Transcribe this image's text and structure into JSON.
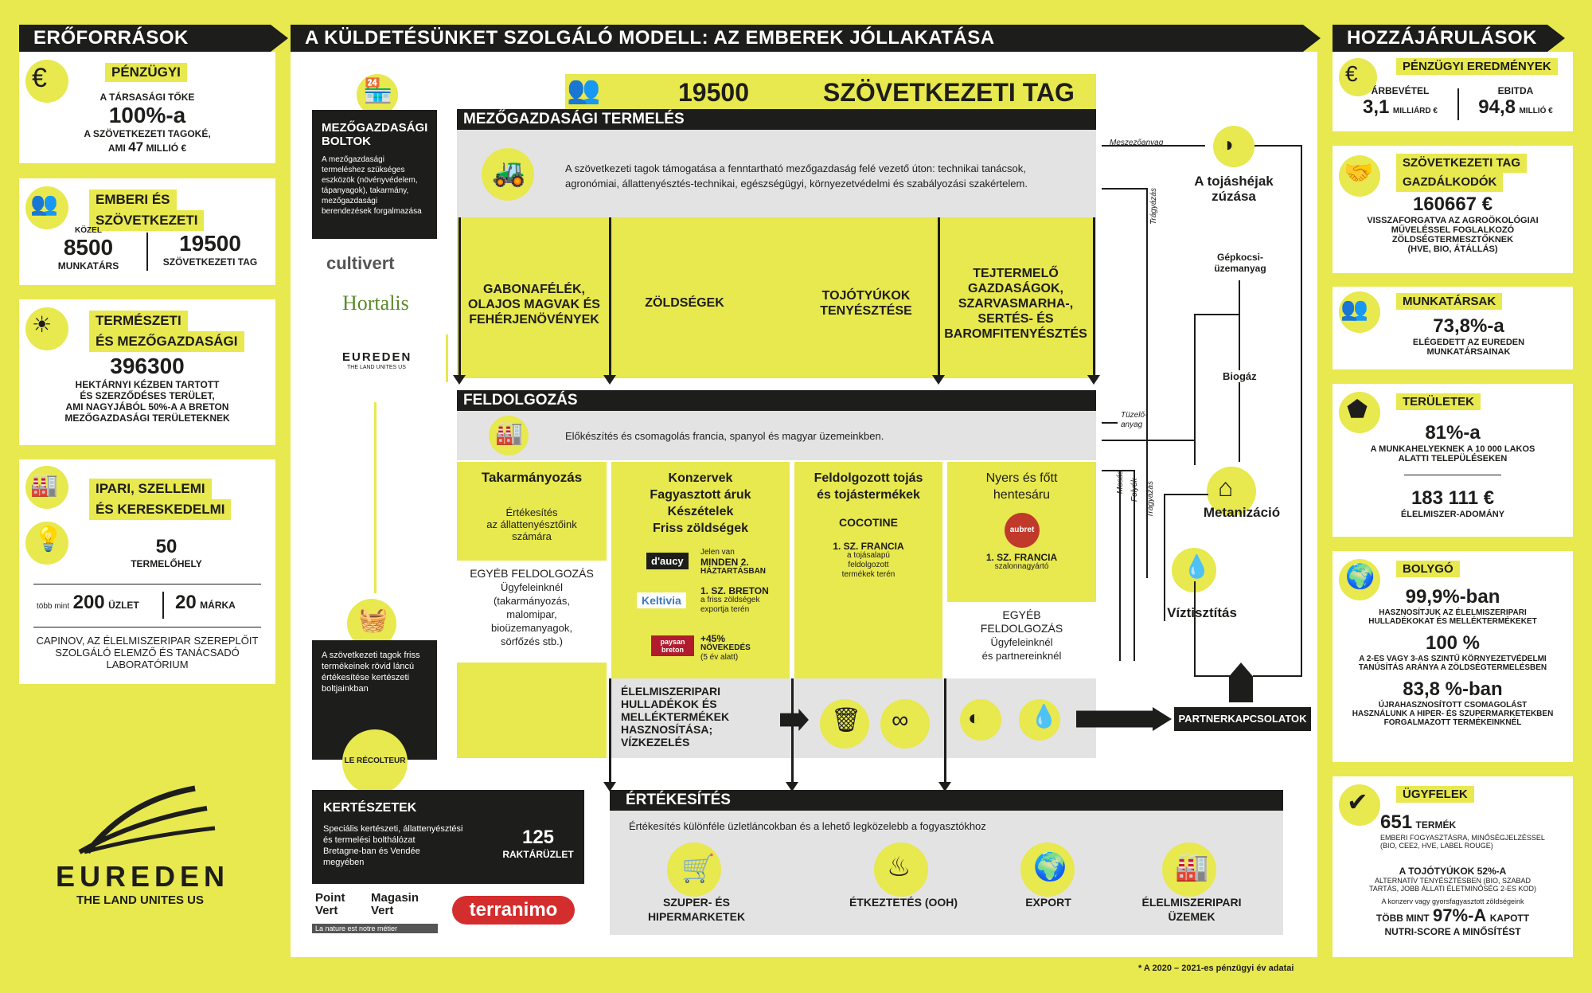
{
  "left": {
    "header": "ERŐFORRÁSOK",
    "financial": {
      "tag": "PÉNZÜGYI",
      "line1": "A TÁRSASÁGI TŐKE",
      "big": "100%-a",
      "line2": "A SZÖVETKEZETI TAGOKÉ,",
      "line3_pre": "AMI",
      "line3_num": "47",
      "line3_post": "MILLIÓ €"
    },
    "human": {
      "tag1": "EMBERI ÉS",
      "tag2": "SZÖVETKEZETI",
      "near": "KÖZEL",
      "n1": "8500",
      "l1": "MUNKATÁRS",
      "n2": "19500",
      "l2": "SZÖVETKEZETI TAG"
    },
    "natural": {
      "tag1": "TERMÉSZETI",
      "tag2": "ÉS MEZŐGAZDASÁGI",
      "big": "396300",
      "t1": "HEKTÁRNYI KÉZBEN TARTOTT",
      "t2": "ÉS SZERZŐDÉSES TERÜLET,",
      "t3": "AMI NAGYJÁBÓL 50%-A A BRETON",
      "t4": "MEZŐGAZDASÁGI TERÜLETEKNEK"
    },
    "industrial": {
      "tag1": "IPARI, SZELLEMI",
      "tag2": "ÉS KERESKEDELMI",
      "n1": "50",
      "l1": "TERMELŐHELY",
      "more": "több mint",
      "n2": "200",
      "l2": "ÜZLET",
      "n3": "20",
      "l3": "MÁRKA",
      "c1": "CAPINOV, AZ ÉLELMISZERIPAR SZEREPLŐIT",
      "c2": "SZOLGÁLÓ ELEMZŐ ÉS TANÁCSADÓ",
      "c3": "LABORATÓRIUM"
    },
    "logo": {
      "name": "EUREDEN",
      "tagline": "THE LAND UNITES US"
    }
  },
  "center": {
    "header": "A KÜLDETÉSÜNKET SZOLGÁLÓ MODELL: AZ EMBEREK JÓLLAKATÁSA",
    "members_num": "19500",
    "members_label": "SZÖVETKEZETI TAG",
    "agri_title": "MEZŐGAZDASÁGI TERMELÉS",
    "agri_text1": "A szövetkezeti tagok támogatása a fenntartható mezőgazdaság felé vezető úton: technikai tanácsok,",
    "agri_text2": "agronómiai, állattenyésztés-technikai, egészségügyi, környezetvédelmi és szabályozási szakértelem.",
    "agri_cols": [
      "GABONAFÉLÉK, OLAJOS MAGVAK ÉS FEHÉRJENÖVÉNYEK",
      "ZÖLDSÉGEK",
      "TOJÓTYÚKOK TENYÉSZTÉSE",
      "TEJTERMELŐ GAZDASÁGOK, SZARVASMARHA-, SERTÉS- ÉS BAROMFITENYÉSZTÉS"
    ],
    "shop_box": {
      "title1": "MEZŐGAZDASÁGI",
      "title2": "BOLTOK",
      "text": "A mezőgazdasági termeléshez szükséges eszközök (növényvédelem, tápanyagok), takarmány, mezőgazdasági berendezések forgalmazása"
    },
    "brands": [
      "cultivert",
      "Hortalis",
      "EUREDEN",
      "THE LAND UNITES US"
    ],
    "proc_title": "FELDOLGOZÁS",
    "proc_text": "Előkészítés és csomagolás francia, spanyol és magyar üzemeinkben.",
    "feed": {
      "title": "Takarmányozás",
      "t1": "Értékesítés",
      "t2": "az állattenyésztőink",
      "t3": "számára"
    },
    "other1": {
      "title": "EGYÉB FELDOLGOZÁS",
      "t1": "Ügyfeleinknél",
      "t2": "(takarmányozás,",
      "t3": "malomipar,",
      "t4": "bioüzemanyagok,",
      "t5": "sörfőzés stb.)"
    },
    "canned": {
      "l1": "Konzervek",
      "l2": "Fagyasztott áruk",
      "l3": "Készételek",
      "l4": "Friss zöldségek",
      "b1": "d'aucy",
      "b1a": "Jelen van",
      "b1b": "MINDEN 2.",
      "b1c": "HÁZTARTÁSBAN",
      "b2": "Keltivia",
      "b2a": "1. SZ. BRETON",
      "b2b": "a friss zöldségek",
      "b2c": "exportja terén",
      "b3": "paysan breton",
      "b3a": "+45%",
      "b3b": "NÖVEKEDÉS",
      "b3c": "(5 év alatt)"
    },
    "eggs": {
      "l1": "Feldolgozott tojás",
      "l2": "és tojástermékek",
      "brand": "COCOTINE",
      "t1": "1. SZ. FRANCIA",
      "t2": "a tojásalapú",
      "t3": "feldolgozott",
      "t4": "termékek terén"
    },
    "meat": {
      "l1": "Nyers és főtt",
      "l2": "hentesáru",
      "brand": "aubret",
      "t1": "1. SZ. FRANCIA",
      "t2": "szalonnagyártó"
    },
    "other2": {
      "title1": "EGYÉB",
      "title2": "FELDOLGOZÁS",
      "t1": "Ügyfeleinknél",
      "t2": "és partnereinknél"
    },
    "waste": {
      "l1": "ÉLELMISZERIPARI",
      "l2": "HULLADÉKOK ÉS",
      "l3": "MELLÉKTERMÉKEK",
      "l4": "HASZNOSÍTÁSA;",
      "l5": "VÍZKEZELÉS"
    },
    "partners": "PARTNERKAPCSOLATOK",
    "flow": {
      "eggshell1": "A tojáshéjak",
      "eggshell2": "zúzása",
      "limestone": "Meszezőanyag",
      "fuel1": "Gépkocsi-",
      "fuel2": "üzemanyag",
      "biogas": "Biogáz",
      "fuelgas1": "Tüzelő-",
      "fuelgas2": "anyag",
      "methan": "Metanizáció",
      "water": "Víztisztítás",
      "manure1": "Trágyázás",
      "manure2": "Trágyázás",
      "wash": "Mosás",
      "rivers": "Folyók"
    },
    "gardens": {
      "title": "KERTÉSZETEK",
      "t1": "Speciális kertészeti, állattenyésztési",
      "t2": "és termelési bolthálózat",
      "t3": "Bretagne-ban és Vendée",
      "t4": "megyében",
      "num": "125",
      "lbl": "RAKTÁRÜZLET",
      "b1": "Point Vert",
      "b2": "Magasin Vert",
      "b2tag": "La nature est notre métier",
      "b3": "terranimo"
    },
    "recolteur": {
      "text": "A szövetkezeti tagok friss termékeinek rövid láncú értékesítése kertészeti boltjainkban",
      "brand": "LE RÉCOLTEUR"
    },
    "sales_title": "ÉRTÉKESÍTÉS",
    "sales_text": "Értékesítés különféle üzletláncokban és a lehető legközelebb a fogyasztókhoz",
    "channels": [
      {
        "l1": "SZUPER- ÉS",
        "l2": "HIPERMARKETEK"
      },
      {
        "l1": "ÉTKEZTETÉS (OOH)",
        "l2": ""
      },
      {
        "l1": "EXPORT",
        "l2": ""
      },
      {
        "l1": "ÉLELMISZERIPARI",
        "l2": "ÜZEMEK"
      }
    ]
  },
  "right": {
    "header": "HOZZÁJÁRULÁSOK",
    "fin": {
      "tag": "PÉNZÜGYI EREDMÉNYEK",
      "l1": "ÁRBEVÉTEL",
      "n1": "3,1",
      "u1": "MILLIÁRD €",
      "l2": "EBITDA",
      "n2": "94,8",
      "u2": "MILLIÓ €"
    },
    "members": {
      "tag1": "SZÖVETKEZETI TAG",
      "tag2": "GAZDÁLKODÓK",
      "big": "160667 €",
      "t1": "VISSZAFORGATVA AZ AGROÖKOLÓGIAI",
      "t2": "MŰVELÉSSEL FOGLALKOZÓ",
      "t3": "ZÖLDSÉGTERMESZTŐKNEK",
      "t4": "(HVE, BIO, ÁTÁLLÁS)"
    },
    "staff": {
      "tag": "MUNKATÁRSAK",
      "big": "73,8%-a",
      "t1": "ELÉGEDETT AZ EUREDEN",
      "t2": "MUNKATÁRSAINAK"
    },
    "areas": {
      "tag": "TERÜLETEK",
      "big": "81%-a",
      "t1": "A MUNKAHELYEKNEK A 10 000 LAKOS",
      "t2": "ALATTI TELEPÜLÉSEKEN",
      "big2": "183 111 €",
      "t3": "ÉLELMISZER-ADOMÁNY"
    },
    "planet": {
      "tag": "BOLYGÓ",
      "big1": "99,9%-ban",
      "a1": "HASZNOSÍTJUK AZ ÉLELMISZERIPARI",
      "a2": "HULLADÉKOKAT ÉS MELLÉKTERMÉKEKET",
      "big2": "100 %",
      "b1": "A 2-ES VAGY 3-AS SZINTŰ KÖRNYEZETVÉDELMI",
      "b2": "TANÚSÍTÁS ARÁNYA A ZÖLDSÉGTERMELÉSBEN",
      "big3": "83,8 %-ban",
      "c1": "ÚJRAHASZNOSÍTOTT CSOMAGOLÁST",
      "c2": "HASZNÁLUNK A HIPER- ÉS SZUPERMARKETEKBEN",
      "c3": "FORGALMAZOTT TERMÉKEINKNÉL"
    },
    "clients": {
      "tag": "ÜGYFELEK",
      "n1": "651",
      "u1": "TERMÉK",
      "a1": "EMBERI FOGYASZTÁSRA, MINŐSÉGJELZÉSSEL",
      "a2": "(BIO, CEE2, HVE, LABEL ROUGE)",
      "b0": "A TOJÓTYÚKOK 52%-A",
      "b1": "ALTERNATÍV TENYÉSZTÉSBEN (BIO, SZABAD",
      "b2": "TARTÁS, JOBB ÁLLATI ÉLETMINŐSÉG 2-ES KOD)",
      "c0": "A konzerv vagy gyorsfagyasztott zöldségeink",
      "c1": "TÖBB MINT",
      "c2": "97%-A",
      "c3": "KAPOTT",
      "c4": "NUTRI-SCORE A MINŐSÍTÉST"
    }
  },
  "footnote": "* A 2020 – 2021-es pénzügyi év adatai",
  "colors": {
    "accent": "#e8e84f",
    "dark": "#1d1d1b",
    "grey": "#e3e3e3"
  }
}
